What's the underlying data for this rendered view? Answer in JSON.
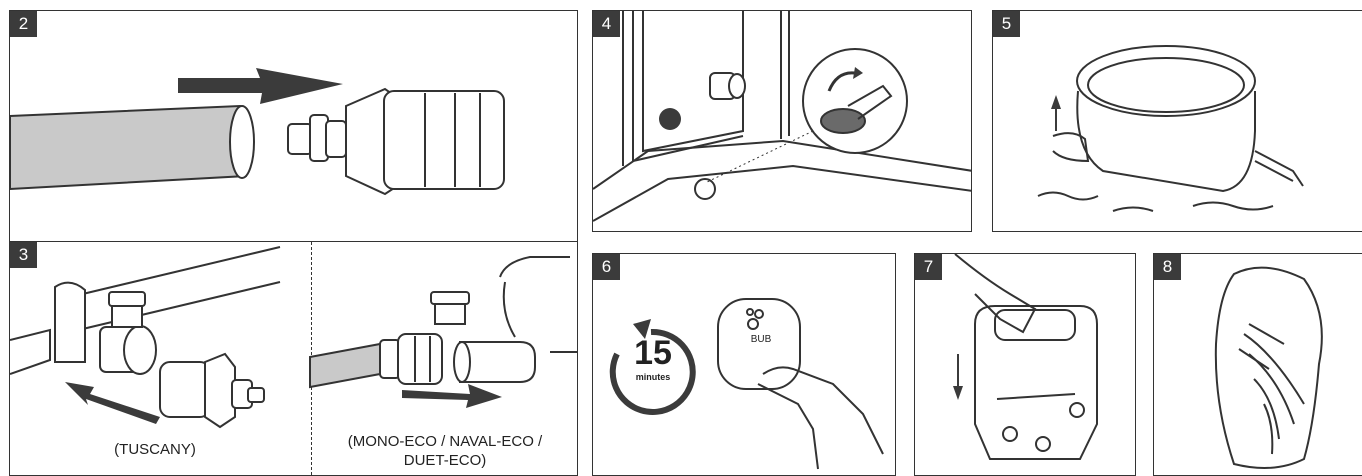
{
  "panels": [
    {
      "number": "2"
    },
    {
      "number": "3",
      "captions": [
        "(TUSCANY)",
        "(MONO-ECO / NAVAL-ECO /",
        "DUET-ECO)"
      ]
    },
    {
      "number": "4"
    },
    {
      "number": "5"
    },
    {
      "number": "6",
      "timer_value": "15",
      "timer_unit": "minutes",
      "button_label": "BUB"
    },
    {
      "number": "7"
    },
    {
      "number": "8"
    }
  ],
  "colors": {
    "badge": "#3b3b3b",
    "hose_fill": "#c9c9c9",
    "line": "#333333"
  }
}
